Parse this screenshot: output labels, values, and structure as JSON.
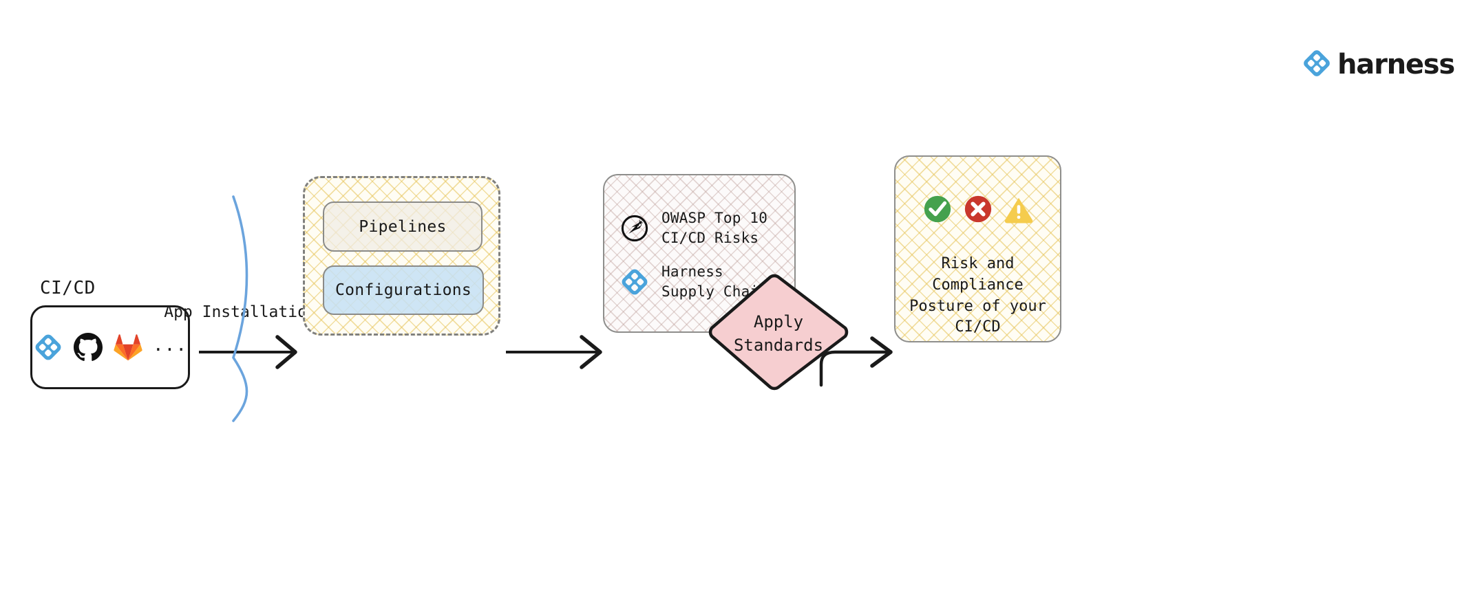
{
  "brand": {
    "name": "harness",
    "logo_icon": "harness-diamond-icon",
    "accent_color": "#4aa3db",
    "wordmark_color": "#1b1b1b"
  },
  "diagram": {
    "type": "flow",
    "background_color": "#ffffff",
    "source_group": {
      "label": "CI/CD",
      "box_border_color": "#1a1a1a",
      "tools": [
        {
          "name": "harness",
          "icon": "harness-diamond-icon",
          "color": "#4aa3db"
        },
        {
          "name": "github",
          "icon": "github-octocat-icon",
          "color": "#111111"
        },
        {
          "name": "gitlab",
          "icon": "gitlab-fox-icon",
          "color": "#e2432a"
        }
      ],
      "overflow_indicator": "..."
    },
    "app_installation": {
      "label": "App\nInstallation",
      "gate_color": "#6ba4dd"
    },
    "artifacts_group": {
      "border_style": "dashed",
      "border_color": "#80807e",
      "pattern": "yellow-crosshatch",
      "items": [
        {
          "label": "Pipelines",
          "fill": "#f0ece4",
          "border": "#8a8a88"
        },
        {
          "label": "Configurations",
          "fill": "#c5e0f4",
          "border": "#8a8a88"
        }
      ]
    },
    "standards_card": {
      "pattern": "pink-crosshatch",
      "border_color": "#8e8e8c",
      "items": [
        {
          "icon": "owasp-logo-icon",
          "label": "OWASP Top 10\nCI/CD Risks"
        },
        {
          "icon": "harness-diamond-icon",
          "label": "Harness\nSupply Chain"
        }
      ]
    },
    "apply_node": {
      "label": "Apply\nStandards",
      "shape": "diamond",
      "fill": "#f6ced0",
      "border_color": "#1a1a1a"
    },
    "outcome_card": {
      "pattern": "yellow-crosshatch",
      "border_color": "#8e8e8c",
      "label": "Risk and Compliance\nPosture of your\nCI/CD",
      "status_icons": [
        {
          "name": "success-check-icon",
          "color": "#45a14d"
        },
        {
          "name": "failure-cross-icon",
          "color": "#c9372c"
        },
        {
          "name": "warning-triangle-icon",
          "color": "#f5cc4d"
        }
      ]
    },
    "connectors": [
      {
        "from": "cicd-box",
        "to": "artifacts-group",
        "style": "straight-arrow"
      },
      {
        "from": "artifacts-group",
        "to": "standards-card",
        "style": "straight-arrow"
      },
      {
        "from": "apply-diamond",
        "to": "outcome-card",
        "style": "curved-arrow"
      }
    ]
  }
}
